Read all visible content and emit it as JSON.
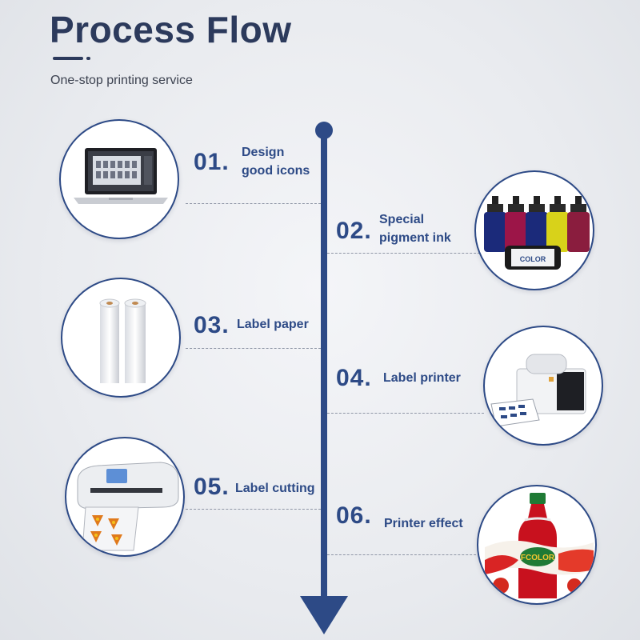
{
  "header": {
    "title": "Process Flow",
    "subtitle": "One-stop printing service"
  },
  "steps": [
    {
      "number": "01.",
      "label_line1": "Design",
      "label_line2": "good icons",
      "image": "laptop"
    },
    {
      "number": "02.",
      "label_line1": "Special",
      "label_line2": "pigment ink",
      "image": "ink-bottles"
    },
    {
      "number": "03.",
      "label_line1": "Label paper",
      "image": "paper-rolls"
    },
    {
      "number": "04.",
      "label_line1": "Label printer",
      "image": "label-printer"
    },
    {
      "number": "05.",
      "label_line1": "Label cutting",
      "image": "cutting-plotter"
    },
    {
      "number": "06.",
      "label_line1": "Printer effect",
      "image": "bottle-with-label"
    }
  ],
  "product_labels": {
    "ink_brand": "COLOR",
    "juice_brand": "FCOLOR"
  },
  "colors": {
    "accent": "#2d4a86",
    "title": "#2c3a5c",
    "background": "#eceef2"
  }
}
